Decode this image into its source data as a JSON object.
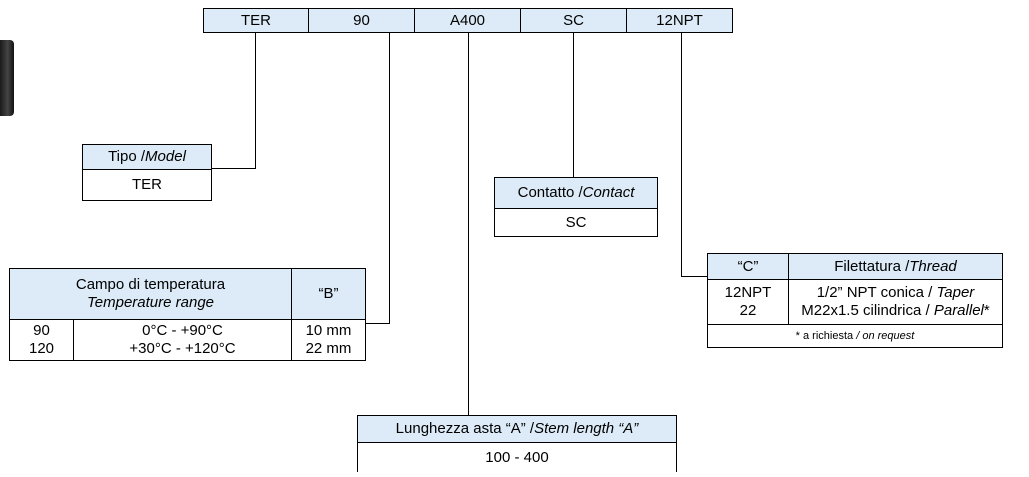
{
  "code": [
    "TER",
    "90",
    "A400",
    "SC",
    "12NPT"
  ],
  "model": {
    "label": "Tipo / ",
    "label_en": "Model",
    "value": "TER"
  },
  "contact": {
    "label": "Contatto / ",
    "label_en": "Contact",
    "value": "SC"
  },
  "temperature": {
    "header_it": "Campo di temperatura",
    "header_en": "Temperature range",
    "header_b": "“B”",
    "rows": [
      {
        "code": "90",
        "range": "0°C - +90°C",
        "b": "10 mm"
      },
      {
        "code": "120",
        "range": "+30°C - +120°C",
        "b": "22 mm"
      }
    ]
  },
  "thread": {
    "header_c": "“C”",
    "header_label": "Filettatura / ",
    "header_label_en": "Thread",
    "rows": [
      {
        "code": "12NPT",
        "desc": "1/2” NPT conica / ",
        "desc_en": "Taper",
        "star": ""
      },
      {
        "code": "22",
        "desc": "M22x1.5 cilindrica / ",
        "desc_en": "Parallel",
        "star": "*"
      }
    ],
    "note": "* a richiesta ",
    "note_en": "/ on request"
  },
  "stem": {
    "label": "Lunghezza asta “A” / ",
    "label_en": "Stem length “A”",
    "value": "100 - 400"
  }
}
